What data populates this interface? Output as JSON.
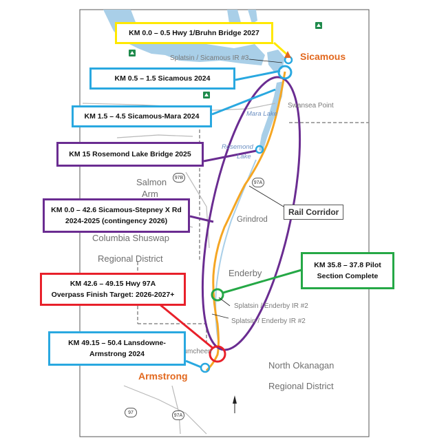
{
  "map": {
    "colors": {
      "water": "#a9cfe8",
      "rail_route": "#f5a623",
      "yellow": "#ffe800",
      "blue": "#29a8e0",
      "purple": "#6a2c91",
      "green": "#25a846",
      "red": "#e8202a",
      "town_orange": "#e2681e"
    },
    "towns": {
      "sicamous": "Sicamous",
      "armstrong": "Armstrong",
      "enderby": "Enderby",
      "grindrod": "Grindrod",
      "salmon_arm_line1": "Salmon",
      "salmon_arm_line2": "Arm",
      "swansea_point": "Swansea Point",
      "ullumcheen": "llumcheen"
    },
    "districts": {
      "columbia_line1": "Columbia Shuswap",
      "columbia_line2": "Regional District",
      "okanagan_line1": "North Okanagan",
      "okanagan_line2": "Regional District"
    },
    "water_labels": {
      "mara_lake": "Mara Lake",
      "rosemond_line1": "Rosemond",
      "rosemond_line2": "Lake"
    },
    "reserves": {
      "splatsin_sicamous": "Splatsin / Sicamous IR #3",
      "splatsin_enderby_1": "Splatsin / Enderby IR #2",
      "splatsin_enderby_2": "Splatsin / Enderby IR #2"
    },
    "highways": {
      "h97b": "97B",
      "h97a_north": "97A",
      "h97": "97",
      "h97a_south": "97A"
    },
    "rail_corridor_label": "Rail Corridor",
    "callouts": {
      "km0": {
        "line1": "KM 0.0 – 0.5 Hwy 1/Bruhn Bridge 2027"
      },
      "km05": {
        "line1": "KM 0.5 – 1.5 Sicamous 2024"
      },
      "km15": {
        "line1": "KM 1.5 – 4.5 Sicamous-Mara 2024"
      },
      "rosemond": {
        "line1": "KM 15 Rosemond Lake Bridge 2025"
      },
      "stepney": {
        "line1": "KM 0.0 – 42.6 Sicamous-Stepney X Rd",
        "line2": "2024-2025  (contingency 2026)"
      },
      "pilot": {
        "line1": "KM 35.8 – 37.8 Pilot",
        "line2": "Section Complete"
      },
      "overpass": {
        "line1": "KM 42.6 – 49.15  Hwy 97A",
        "line2": "Overpass Finish Target: 2026-2027+"
      },
      "lansdowne": {
        "line1": "KM 49.15 – 50.4 Lansdowne-",
        "line2": "Armstrong  2024"
      }
    }
  }
}
